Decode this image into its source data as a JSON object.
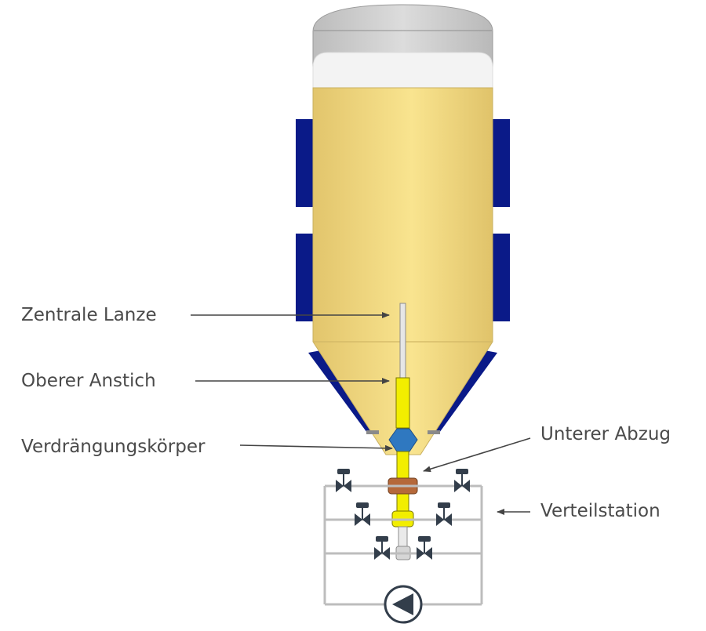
{
  "labels": {
    "central_lance": "Zentrale Lanze",
    "upper_tap": "Oberer Anstich",
    "displacement_body": "Verdrängungskörper",
    "lower_outlet": "Unterer Abzug",
    "distribution_station": "Verteilstation"
  },
  "colors": {
    "silo_body": "#f5dc83",
    "silo_dome": "#c8c8c8",
    "silo_band": "#f3f3f3",
    "heater_pads": "#0a1a88",
    "lance_yellow": "#f2ee00",
    "displacement_blue": "#2f78c0",
    "outlet_brown": "#b5683a",
    "piping": "#bdbdbd",
    "valve": "#333e4b",
    "text": "#4a4a4a",
    "pointer": "#444444"
  },
  "icons": {
    "valve": "valve-icon",
    "pump": "pump-icon"
  }
}
